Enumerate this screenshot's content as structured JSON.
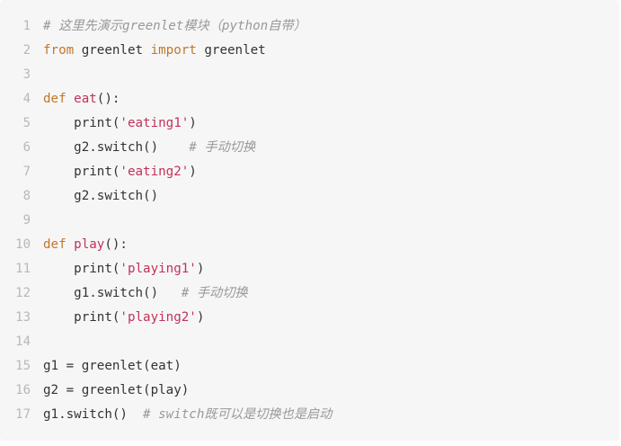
{
  "code_block": {
    "lines": [
      [
        {
          "t": "# 这里先演示greenlet模块（python自带）",
          "c": "cm"
        }
      ],
      [
        {
          "t": "from",
          "c": "kw"
        },
        {
          "t": " greenlet ",
          "c": "tx"
        },
        {
          "t": "import",
          "c": "kw"
        },
        {
          "t": " greenlet",
          "c": "tx"
        }
      ],
      [],
      [
        {
          "t": "def",
          "c": "kw"
        },
        {
          "t": " ",
          "c": "tx"
        },
        {
          "t": "eat",
          "c": "fn"
        },
        {
          "t": "():",
          "c": "tx"
        }
      ],
      [
        {
          "t": "    print(",
          "c": "tx"
        },
        {
          "t": "'eating1'",
          "c": "str"
        },
        {
          "t": ")",
          "c": "tx"
        }
      ],
      [
        {
          "t": "    g2.switch()    ",
          "c": "tx"
        },
        {
          "t": "# 手动切换",
          "c": "cm"
        }
      ],
      [
        {
          "t": "    print(",
          "c": "tx"
        },
        {
          "t": "'eating2'",
          "c": "str"
        },
        {
          "t": ")",
          "c": "tx"
        }
      ],
      [
        {
          "t": "    g2.switch()",
          "c": "tx"
        }
      ],
      [],
      [
        {
          "t": "def",
          "c": "kw"
        },
        {
          "t": " ",
          "c": "tx"
        },
        {
          "t": "play",
          "c": "fn"
        },
        {
          "t": "():",
          "c": "tx"
        }
      ],
      [
        {
          "t": "    print(",
          "c": "tx"
        },
        {
          "t": "'playing1'",
          "c": "str"
        },
        {
          "t": ")",
          "c": "tx"
        }
      ],
      [
        {
          "t": "    g1.switch()   ",
          "c": "tx"
        },
        {
          "t": "# 手动切换",
          "c": "cm"
        }
      ],
      [
        {
          "t": "    print(",
          "c": "tx"
        },
        {
          "t": "'playing2'",
          "c": "str"
        },
        {
          "t": ")",
          "c": "tx"
        }
      ],
      [],
      [
        {
          "t": "g1 = greenlet(eat)",
          "c": "tx"
        }
      ],
      [
        {
          "t": "g2 = greenlet(play)",
          "c": "tx"
        }
      ],
      [
        {
          "t": "g1.switch()  ",
          "c": "tx"
        },
        {
          "t": "# switch既可以是切换也是启动",
          "c": "cm"
        }
      ]
    ]
  }
}
